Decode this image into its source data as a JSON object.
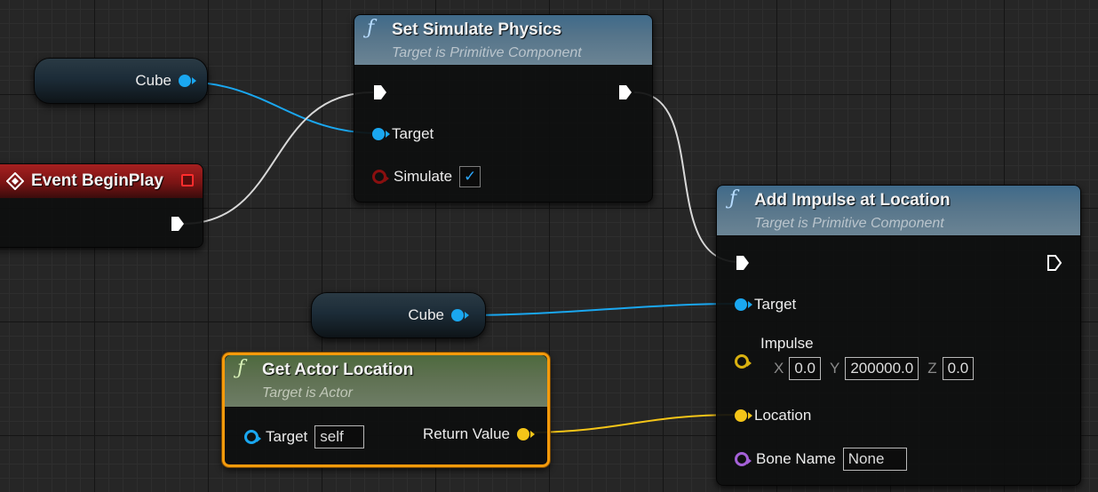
{
  "nodes": {
    "cube_top": {
      "label": "Cube"
    },
    "event_begin_play": {
      "title": "Event BeginPlay"
    },
    "set_simulate_physics": {
      "title": "Set Simulate Physics",
      "subtitle": "Target is Primitive Component",
      "pins": {
        "target": "Target",
        "simulate": "Simulate"
      },
      "simulate_checked": true
    },
    "cube_bottom": {
      "label": "Cube"
    },
    "get_actor_location": {
      "title": "Get Actor Location",
      "subtitle": "Target is Actor",
      "pins": {
        "target": "Target",
        "target_default": "self",
        "return_value": "Return Value"
      }
    },
    "add_impulse_at_location": {
      "title": "Add Impulse at Location",
      "subtitle": "Target is Primitive Component",
      "pins": {
        "target": "Target",
        "impulse": "Impulse",
        "impulse_x_label": "X",
        "impulse_x": "0.0",
        "impulse_y_label": "Y",
        "impulse_y": "200000.0",
        "impulse_z_label": "Z",
        "impulse_z": "0.0",
        "location": "Location",
        "bone_name": "Bone Name",
        "bone_name_value": "None"
      }
    }
  },
  "icons": {
    "function": "ƒ",
    "check": "✓"
  },
  "colors": {
    "object_pin": "#1aa7f0",
    "vector_pin": "#f5c518",
    "bool_pin": "#8a0f0f",
    "name_pin": "#a561d8",
    "exec_wire": "#d8d8d8",
    "event_header": "#a52020",
    "function_header": "#55748a",
    "pure_header": "#5f7152",
    "selection": "#f59a0b"
  }
}
